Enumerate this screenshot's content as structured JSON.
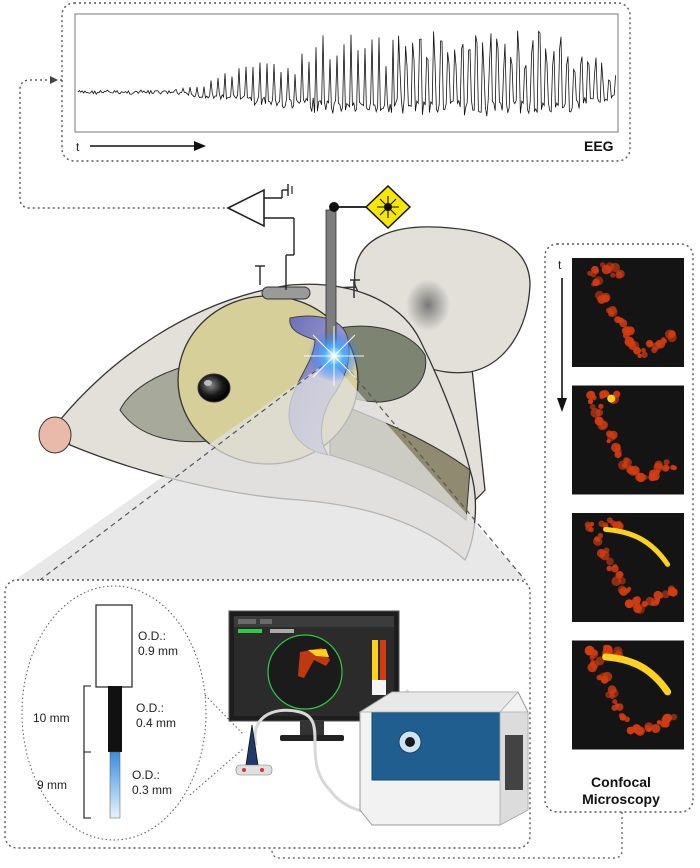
{
  "eeg": {
    "time_label": "t",
    "label": "EEG"
  },
  "confocal": {
    "time_label": "t",
    "title_line1": "Confocal",
    "title_line2": "Microscopy",
    "frame_count": 4
  },
  "probe": {
    "outer": {
      "od_label": "O.D.:",
      "od_value": "0.9 mm"
    },
    "middle": {
      "od_label": "O.D.:",
      "od_value": "0.4 mm",
      "length": "10 mm"
    },
    "tip": {
      "od_label": "O.D.:",
      "od_value": "0.3 mm",
      "length": "9 mm"
    }
  },
  "colors": {
    "frame_border": "#555555",
    "skull": "#d7cf9a",
    "skin": "#e2e0d8",
    "hippocampus": "#8e8fc9",
    "laser_sign": "#f6e600",
    "screen_ring": "#2ecc40",
    "signal_hot": "#ffd21f",
    "signal_warm": "#d33c12",
    "signal_bg": "#141414"
  },
  "icons": [
    "amplifier-icon",
    "ground-icon",
    "laser-warning-icon",
    "arrow-right-icon",
    "arrow-down-icon"
  ]
}
